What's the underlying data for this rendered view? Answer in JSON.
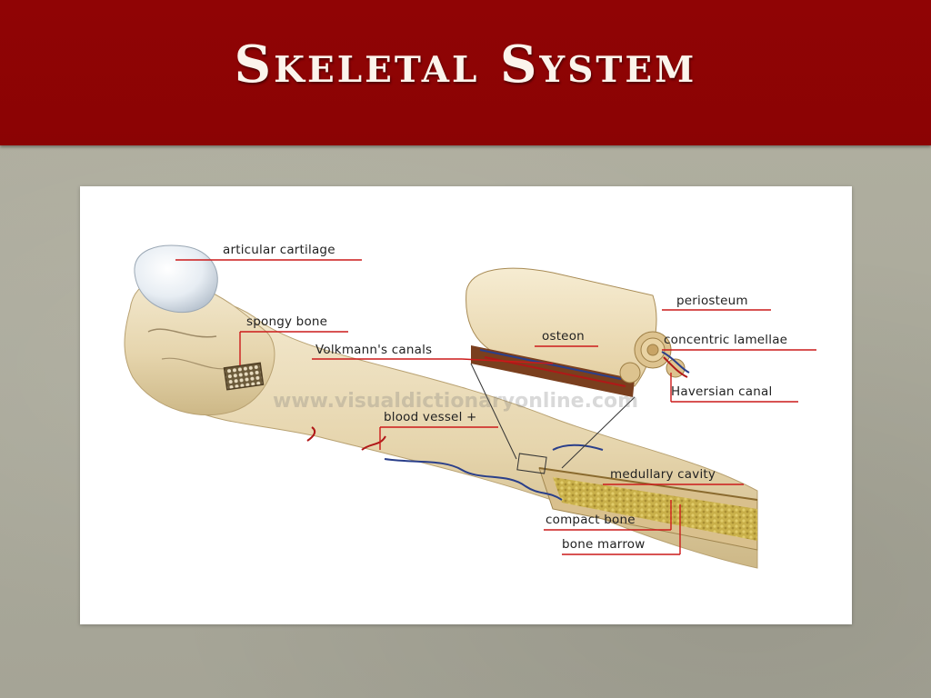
{
  "slide": {
    "title": "Skeletal System"
  },
  "diagram": {
    "watermark": "www.visualdictionaryonline.com",
    "labels": {
      "articular_cartilage": "articular cartilage",
      "spongy_bone": "spongy bone",
      "volkmanns_canals": "Volkmann's canals",
      "blood_vessel": "blood vessel +",
      "osteon": "osteon",
      "periosteum": "periosteum",
      "concentric_lamellae": "concentric lamellae",
      "haversian_canal": "Haversian canal",
      "medullary_cavity": "medullary cavity",
      "compact_bone": "compact bone",
      "bone_marrow": "bone marrow"
    }
  },
  "colors": {
    "title_bar": "#900405",
    "title_text": "#fbf4ec",
    "background": "#a9a99b",
    "leader_line": "#cc1a1a",
    "bone": "#eadcba",
    "cartilage": "#e6ecf2"
  }
}
